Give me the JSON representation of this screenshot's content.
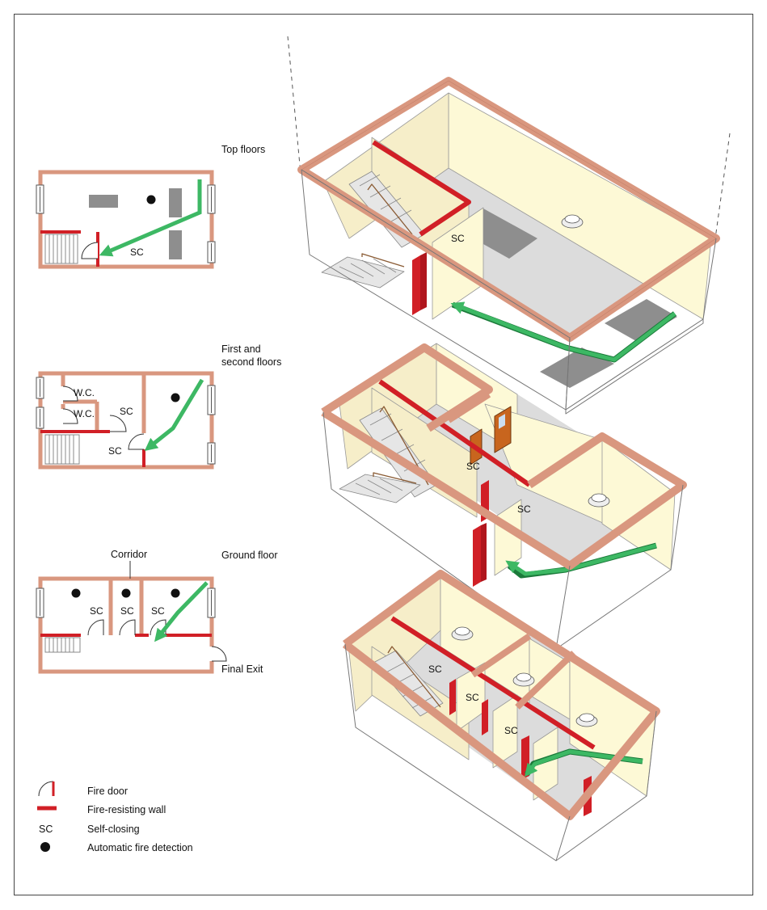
{
  "floor_labels": {
    "top": "Top floors",
    "first_second_line1": "First and",
    "first_second_line2": "second floors",
    "ground": "Ground floor"
  },
  "plan_labels": {
    "sc": "SC",
    "wc": "W.C.",
    "corridor": "Corridor",
    "final_exit": "Final Exit"
  },
  "legend": [
    {
      "label": "Fire door"
    },
    {
      "label": "Fire-resisting wall"
    },
    {
      "symbol": "SC",
      "label": "Self-closing"
    },
    {
      "label": "Automatic fire detection"
    }
  ],
  "colors": {
    "wall": "#d9977f",
    "fire_wall": "#d11f26",
    "arrow": "#3db864",
    "floor": "#dcdcdc",
    "cream": "#fdf9d6",
    "cream_dark": "#f6eec9",
    "door": "#c8651e"
  }
}
